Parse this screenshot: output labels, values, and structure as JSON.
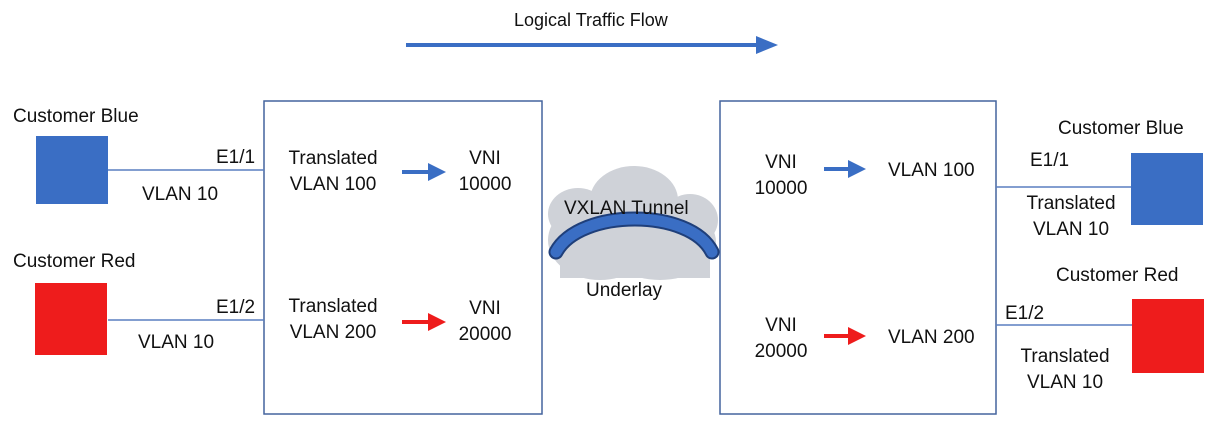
{
  "diagram": {
    "title": "Logical Traffic Flow",
    "colors": {
      "blue": "#3a6ec4",
      "red": "#ee1c1c",
      "line": "#5a7fc0",
      "box": "#44649e",
      "cloud": "#cfd2d8",
      "tunnel": "#3a6ec4"
    },
    "left": {
      "blue_customer": {
        "label": "Customer Blue",
        "port": "E1/1",
        "vlan": "VLAN 10"
      },
      "red_customer": {
        "label": "Customer Red",
        "port": "E1/2",
        "vlan": "VLAN 10"
      },
      "switch": {
        "blue_translated": [
          "Translated",
          "VLAN 100"
        ],
        "blue_vni": [
          "VNI",
          "10000"
        ],
        "red_translated": [
          "Translated",
          "VLAN 200"
        ],
        "red_vni": [
          "VNI",
          "20000"
        ]
      }
    },
    "tunnel": {
      "label": "VXLAN Tunnel",
      "underlay": "Underlay",
      "icon": "cloud-icon"
    },
    "right": {
      "switch": {
        "blue_vni": [
          "VNI",
          "10000"
        ],
        "blue_vlan": "VLAN 100",
        "red_vni": [
          "VNI",
          "20000"
        ],
        "red_vlan": "VLAN 200"
      },
      "blue_customer": {
        "label": "Customer Blue",
        "port": "E1/1",
        "translated": [
          "Translated",
          "VLAN 10"
        ]
      },
      "red_customer": {
        "label": "Customer Red",
        "port": "E1/2",
        "translated": [
          "Translated",
          "VLAN 10"
        ]
      }
    }
  }
}
